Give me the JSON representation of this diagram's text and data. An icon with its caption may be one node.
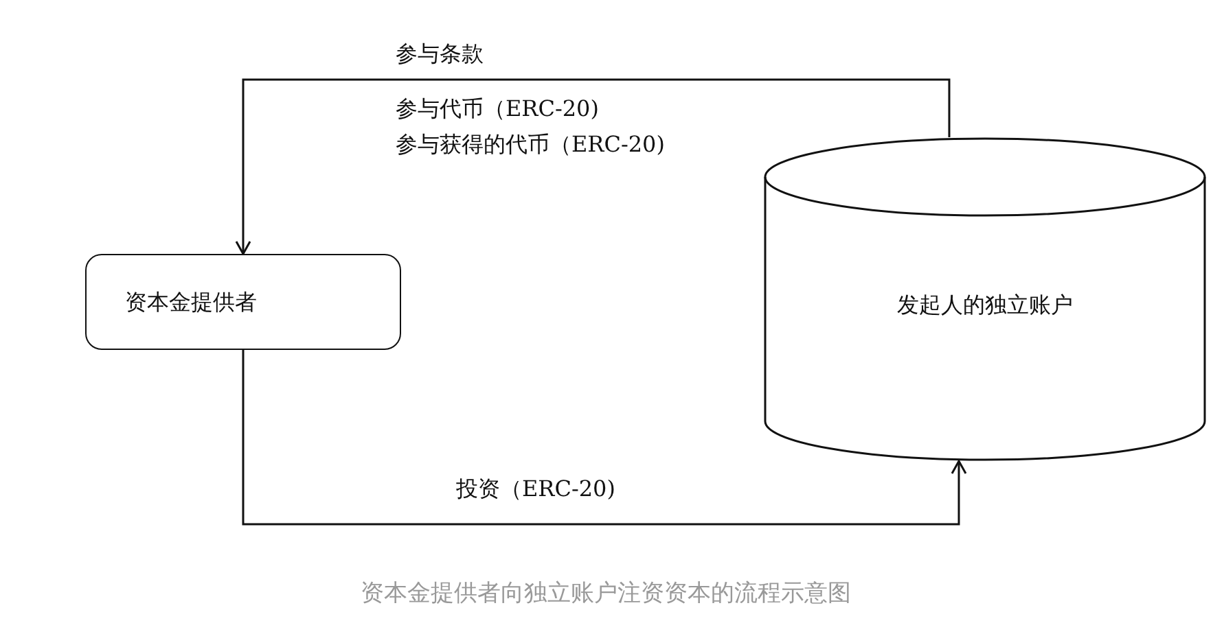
{
  "diagram": {
    "caption": "资本金提供者向独立账户注资资本的流程示意图",
    "nodes": [
      {
        "text": [
          "资本金提供者"
        ]
      },
      {
        "text": [
          "发起人的独立账户"
        ]
      }
    ],
    "edges": [
      {
        "from": 1,
        "to": 0,
        "arrow": "to"
      },
      {
        "from": 0,
        "to": 1,
        "arrow": "to",
        "label": "投资（ERC-20)"
      }
    ],
    "labels": [
      "参与条款",
      "参与代币（ERC-20)",
      "参与获得的代币（ERC-20)"
    ]
  }
}
